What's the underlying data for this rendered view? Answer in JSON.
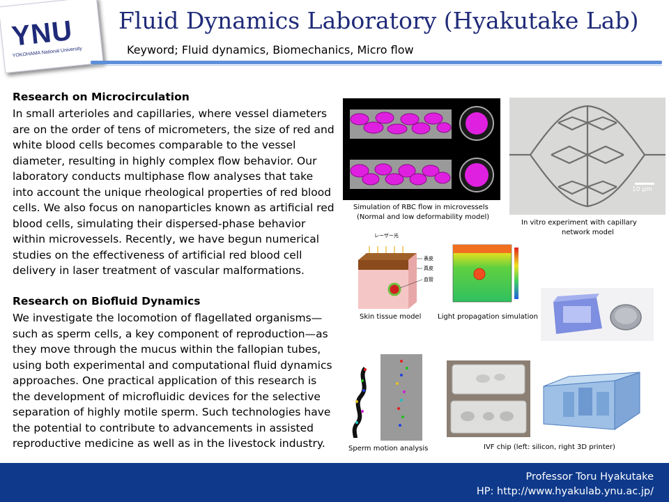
{
  "header": {
    "logo_text": "YNU",
    "logo_subtext": "YOKOHAMA National University",
    "title": "Fluid Dynamics Laboratory (Hyakutake Lab)",
    "keywords": "Keyword; Fluid dynamics, Biomechanics, Micro flow"
  },
  "sections": [
    {
      "heading": "Research on Microcirculation",
      "lines": [
        "In small arterioles and capillaries, where vessel diameters",
        "are on the order of tens of micrometers, the size of red and",
        "white blood cells becomes comparable to the vessel",
        "diameter, resulting in highly complex flow behavior. Our",
        "laboratory conducts multiphase flow analyses that take",
        "into account the unique rheological properties of red blood",
        "cells. We also focus on nanoparticles known as artificial red",
        "blood cells, simulating their dispersed-phase behavior",
        "within microvessels. Recently, we have begun numerical",
        "studies on the effectiveness of artificial red blood cell",
        "delivery in laser treatment of vascular malformations."
      ]
    },
    {
      "heading": "Research on Biofluid Dynamics",
      "lines": [
        "We investigate the locomotion of flagellated organisms—",
        "such as sperm cells, a key component of reproduction—as",
        "they move through the mucus within the fallopian tubes,",
        "using both experimental and computational fluid dynamics",
        "approaches. One practical application of this research is",
        "the development of microfluidic devices for the selective",
        "separation of highly motile sperm. Such technologies have",
        "the potential to contribute to advancements in assisted",
        "reproductive medicine as well as in the livestock industry."
      ]
    }
  ],
  "figures": {
    "rbc_caption_1": "Simulation of RBC flow in microvessels",
    "rbc_caption_2": "(Normal and low deformability model)",
    "capillary_caption_1": "In vitro experiment with capillary",
    "capillary_caption_2": "network model",
    "capillary_scale": "10 µm",
    "skin_caption": "Skin tissue model",
    "skin_label_laser": "レーザー光",
    "skin_label_1": "表皮",
    "skin_label_2": "真皮",
    "skin_label_3": "血管",
    "light_caption": "Light propagation simulation",
    "sperm_caption": "Sperm motion analysis",
    "ivf_caption": "IVF chip (left: silicon, right 3D printer)"
  },
  "footer": {
    "name": "Professor Toru Hyakutake",
    "homepage": "HP: http://www.hyakulab.ynu.ac.jp/"
  },
  "colors": {
    "title_blue": "#1f2a78",
    "footer_blue": "#0f3a8c",
    "rule_blue": "#5d8fd9",
    "rbc_magenta": "#e020e0"
  }
}
